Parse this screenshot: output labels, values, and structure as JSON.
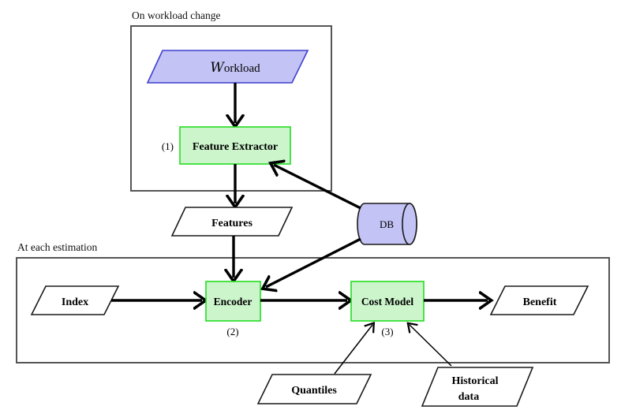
{
  "diagram": {
    "title_top_group": "On workload change",
    "title_bottom_group": "At each estimation",
    "nodes": {
      "workload": {
        "label_script": "W",
        "label_rest": "orkload",
        "shape": "parallelogram",
        "fill": "#c3c3f5",
        "stroke": "#3f3fcf"
      },
      "feature_extractor": {
        "label": "Feature Extractor",
        "step": "(1)",
        "shape": "rect",
        "fill": "#ccf5cc",
        "stroke": "#22dd22"
      },
      "features": {
        "label": "Features",
        "shape": "parallelogram",
        "fill": "#ffffff"
      },
      "db": {
        "label": "DB",
        "shape": "cylinder",
        "fill": "#c3c3f5"
      },
      "index": {
        "label": "Index",
        "shape": "parallelogram",
        "fill": "#ffffff"
      },
      "encoder": {
        "label": "Encoder",
        "step": "(2)",
        "shape": "rect",
        "fill": "#ccf5cc",
        "stroke": "#22dd22"
      },
      "cost_model": {
        "label": "Cost Model",
        "step": "(3)",
        "shape": "rect",
        "fill": "#ccf5cc",
        "stroke": "#22dd22"
      },
      "benefit": {
        "label": "Benefit",
        "shape": "parallelogram",
        "fill": "#ffffff"
      },
      "quantiles": {
        "label": "Quantiles",
        "shape": "parallelogram",
        "fill": "#ffffff"
      },
      "historical_data": {
        "label_line1": "Historical",
        "label_line2": "data",
        "shape": "parallelogram",
        "fill": "#ffffff"
      }
    },
    "edges": [
      {
        "from": "workload",
        "to": "feature_extractor",
        "style": "thick-arrow"
      },
      {
        "from": "feature_extractor",
        "to": "features",
        "style": "thick-arrow"
      },
      {
        "from": "features",
        "to": "encoder",
        "style": "thick-arrow"
      },
      {
        "from": "index",
        "to": "encoder",
        "style": "thick-arrow"
      },
      {
        "from": "db",
        "to": "feature_extractor",
        "style": "thick-arrow"
      },
      {
        "from": "db",
        "to": "encoder",
        "style": "thick-arrow"
      },
      {
        "from": "encoder",
        "to": "cost_model",
        "style": "thick-arrow"
      },
      {
        "from": "cost_model",
        "to": "benefit",
        "style": "thick-arrow"
      },
      {
        "from": "quantiles",
        "to": "cost_model",
        "style": "thin-arrow"
      },
      {
        "from": "historical_data",
        "to": "cost_model",
        "style": "thin-arrow"
      }
    ],
    "colors": {
      "green_fill": "#ccf5cc",
      "green_stroke": "#22dd22",
      "blue_fill": "#c3c3f5",
      "blue_stroke": "#3f3fcf",
      "group_stroke": "#555555",
      "line": "#000000"
    }
  }
}
